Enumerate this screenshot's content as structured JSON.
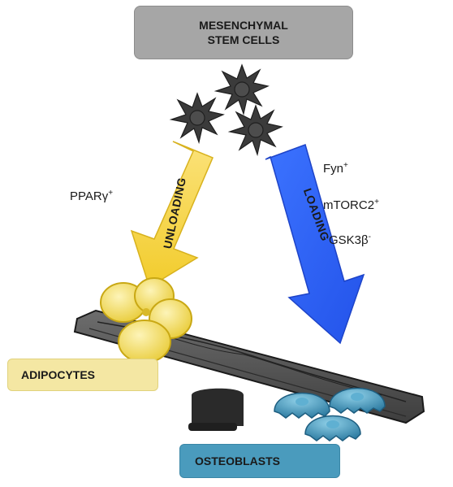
{
  "top_box": {
    "line1": "MESENCHYMAL",
    "line2": "STEM CELLS"
  },
  "arrows": {
    "left_label": "UNLOADING",
    "right_label": "LOADING"
  },
  "factors": {
    "left": [
      {
        "name": "PPARγ",
        "sign": "+"
      }
    ],
    "right": [
      {
        "name": "Fyn",
        "sign": "+"
      },
      {
        "name": "mTORC2",
        "sign": "+"
      },
      {
        "name": "GSK3β",
        "sign": "-"
      }
    ]
  },
  "outcomes": {
    "left": "ADIPOCYTES",
    "right": "OSTEOBLASTS"
  },
  "colors": {
    "stem_cell": "#3a3a3a",
    "top_box": "#a6a6a6",
    "unloading_arrow": "#f7d64a",
    "loading_arrow": "#2f62f5",
    "adipocyte": "#f6e37a",
    "osteoblast": "#3d8fb3",
    "seesaw": "#5a5a5a",
    "adipocytes_box": "#f4e7a3",
    "osteoblasts_box": "#4a9bbd"
  },
  "icons": [
    "stem-cell-icon",
    "adipocyte-icon",
    "osteoblast-icon",
    "seesaw-icon"
  ]
}
